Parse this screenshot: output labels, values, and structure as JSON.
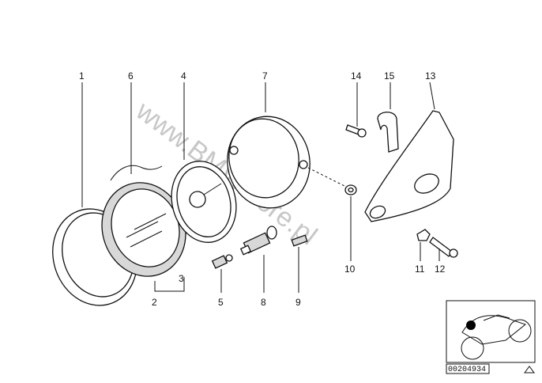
{
  "callouts": [
    {
      "id": "c1",
      "text": "1"
    },
    {
      "id": "c2",
      "text": "2"
    },
    {
      "id": "c3",
      "text": "3"
    },
    {
      "id": "c4",
      "text": "4"
    },
    {
      "id": "c5",
      "text": "5"
    },
    {
      "id": "c6",
      "text": "6"
    },
    {
      "id": "c7",
      "text": "7"
    },
    {
      "id": "c8",
      "text": "8"
    },
    {
      "id": "c9",
      "text": "9"
    },
    {
      "id": "c10",
      "text": "10"
    },
    {
      "id": "c11",
      "text": "11"
    },
    {
      "id": "c12",
      "text": "12"
    },
    {
      "id": "c13",
      "text": "13"
    },
    {
      "id": "c14",
      "text": "14"
    },
    {
      "id": "c15",
      "text": "15"
    }
  ],
  "watermark": "www.BMWstore.pl",
  "diagram_code": "00204934"
}
